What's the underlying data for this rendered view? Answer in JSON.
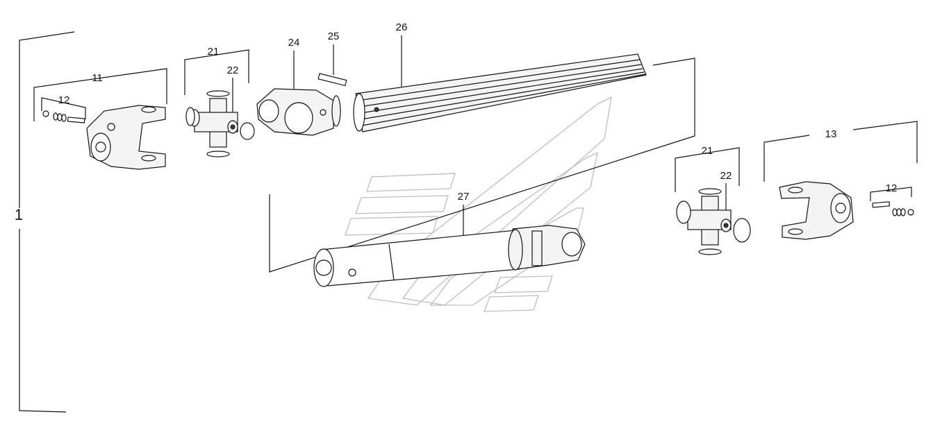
{
  "labels": {
    "assembly": "1",
    "yoke_left": "11",
    "bolt_left": "12",
    "cross_kit_left": "21",
    "bearing_left": "22",
    "inner_yoke": "24",
    "spring_pin": "25",
    "inner_profile_tube": "26",
    "outer_tube_assembly": "27",
    "yoke_right": "13",
    "cross_kit_right": "21",
    "bearing_right": "22",
    "bolt_right": "12"
  }
}
